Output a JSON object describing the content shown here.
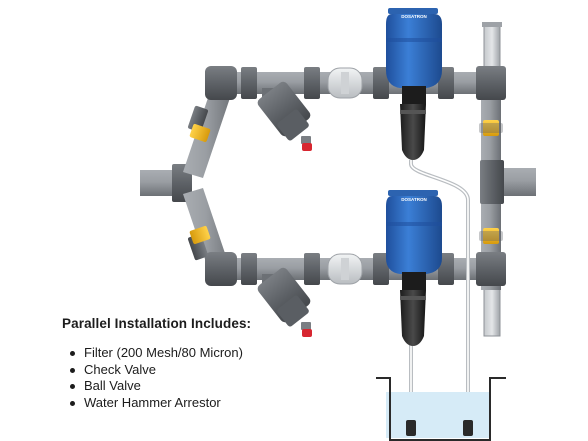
{
  "caption": {
    "title": "Parallel Installation Includes:",
    "items": [
      "Filter (200 Mesh/80 Micron)",
      "Check Valve",
      "Ball Valve",
      "Water Hammer Arrestor"
    ]
  },
  "injectors": [
    {
      "brand": "DOSATRON"
    },
    {
      "brand": "DOSATRON"
    }
  ],
  "colors": {
    "pipe": "#8f9398",
    "pipe_dark": "#6c7075",
    "injector_blue": "#2f6fc4",
    "valve_yellow": "#f2b21b",
    "valve_red": "#d72630",
    "tank_water": "#d6ebf7"
  }
}
